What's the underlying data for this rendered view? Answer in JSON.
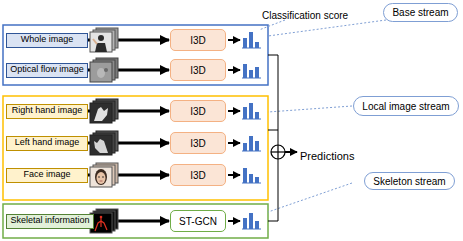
{
  "diagram": {
    "nodes": [
      {
        "text": [
          "Base stream"
        ]
      },
      {
        "text": [
          "Whole image"
        ]
      },
      {
        "text": [
          "Optical flow image"
        ]
      },
      {
        "text": [
          "I3D"
        ]
      },
      {
        "text": [
          "I3D"
        ]
      },
      {
        "text": [
          "Local image stream"
        ]
      },
      {
        "text": [
          "Right hand image"
        ]
      },
      {
        "text": [
          "Left hand image"
        ]
      },
      {
        "text": [
          "Face image"
        ]
      },
      {
        "text": [
          "I3D"
        ]
      },
      {
        "text": [
          "I3D"
        ]
      },
      {
        "text": [
          "I3D"
        ]
      },
      {
        "text": [
          "Skeleton stream"
        ]
      },
      {
        "text": [
          "Skeletal information"
        ]
      },
      {
        "text": [
          "ST-GCN"
        ]
      }
    ],
    "edges": [
      {
        "from": 1,
        "to": 3,
        "arrow": "to"
      },
      {
        "from": 2,
        "to": 4,
        "arrow": "to"
      },
      {
        "from": 6,
        "to": 9,
        "arrow": "to"
      },
      {
        "from": 7,
        "to": 10,
        "arrow": "to"
      },
      {
        "from": 8,
        "to": 11,
        "arrow": "to"
      },
      {
        "from": 13,
        "to": 14,
        "arrow": "to"
      }
    ],
    "labels": [
      "Classification score",
      "Predictions"
    ]
  }
}
